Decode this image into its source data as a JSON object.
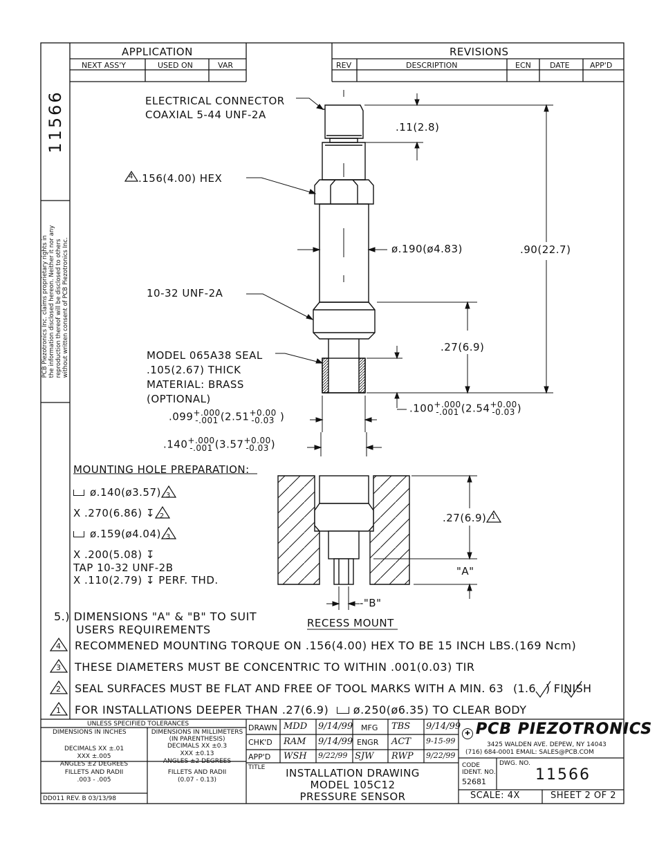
{
  "side": {
    "drawing_number": "11566",
    "proprietary_notice": [
      "PCB Piezotronics Inc. claims proprietary rights in",
      "the information disclosed hereon. Neither it nor any",
      "reproduction thereof will be disclosed to others",
      "without written consent of PCB Piezotronics Inc."
    ]
  },
  "application": {
    "title": "APPLICATION",
    "headers": [
      "NEXT ASS'Y",
      "USED ON",
      "VAR"
    ]
  },
  "revisions": {
    "title": "REVISIONS",
    "headers": [
      "REV",
      "DESCRIPTION",
      "ECN",
      "DATE",
      "APP'D"
    ]
  },
  "callouts": {
    "connector_1": "ELECTRICAL CONNECTOR",
    "connector_2": "COAXIAL 5-44 UNF-2A",
    "hex_flag": "4",
    "hex": ".156(4.00) HEX",
    "thread": "10-32 UNF-2A",
    "seal_1": "MODEL 065A38 SEAL",
    "seal_2": ".105(2.67) THICK",
    "seal_3": "MATERIAL: BRASS",
    "seal_4": "(OPTIONAL)"
  },
  "dims": {
    "top_len": ".11(2.8)",
    "body_dia": "ø.190(ø4.83)",
    "overall": ".90(22.7)",
    "thread_len": ".27(6.9)",
    "d099_a": ".099",
    "d099_b": "(2.51",
    "d099_tol_a": "+.000",
    "d099_tol_b": "-.001",
    "d099_mtol_a": "+0.00",
    "d099_mtol_b": "-0.03",
    "d100_a": ".100",
    "d100_b": "(2.54",
    "d100_tol_a": "+.000",
    "d100_tol_b": "-.001",
    "d100_mtol_a": "+0.00",
    "d100_mtol_b": "-0.03",
    "d140_a": ".140",
    "d140_b": "(3.57",
    "d140_tol_a": "+.000",
    "d140_tol_b": "-.001",
    "d140_mtol_a": "+0.00",
    "d140_mtol_b": "-0.03",
    "recess_depth": ".27(6.9)",
    "recess_flag": "1",
    "a_label": "\"A\"",
    "b_label": "-\"B\""
  },
  "mounting": {
    "title": "MOUNTING HOLE PREPARATION:",
    "l1": "ø.140(ø3.57)",
    "l1_flag": "3",
    "l2": "X .270(6.86)",
    "l2_flag": "2",
    "l3": "ø.159(ø4.04)",
    "l3_flag": "3",
    "l4": "X .200(5.08)",
    "l5": "TAP 10-32 UNF-2B",
    "l6": "X .110(2.79)",
    "l6_suffix": "PERF. THD."
  },
  "recess_title": "RECESS MOUNT",
  "notes": {
    "n5_a": "5.) DIMENSIONS \"A\" & \"B\" TO SUIT",
    "n5_b": "USERS REQUIREMENTS",
    "n4_flag": "4",
    "n4": "RECOMMENED MOUNTING TORQUE ON .156(4.00) HEX TO BE 15 INCH LBS.(169 Ncm)",
    "n3_flag": "3",
    "n3": "THESE DIAMETERS MUST BE CONCENTRIC TO WITHIN .001(0.03) TIR",
    "n2_flag": "2",
    "n2_a": "SEAL SURFACES MUST BE FLAT AND FREE OF TOOL MARKS WITH A MIN. 63",
    "n2_b": "(1.6",
    "n2_c": ") FINISH",
    "n1_flag": "1",
    "n1_a": "FOR INSTALLATIONS DEEPER THAN .27(6.9)",
    "n1_b": "ø.250(ø6.35) TO CLEAR BODY"
  },
  "title_block": {
    "tol_header": "UNLESS SPECIFIED TOLERANCES",
    "inch_h": "DIMENSIONS IN INCHES",
    "mm_h1": "DIMENSIONS IN MILLIMETERS",
    "mm_h2": "(IN PARENTHESIS)",
    "inch_dec1": "DECIMALS  XX ±.01",
    "inch_dec2": "XXX ±.005",
    "inch_ang": "ANGLES ±2 DEGREES",
    "inch_fil1": "FILLETS AND RADII",
    "inch_fil2": ".003 - .005",
    "mm_dec1": "DECIMALS  XX ±0.3",
    "mm_dec2": "XXX ±0.13",
    "mm_ang": "ANGLES ±2 DEGREES",
    "mm_fil1": "FILLETS AND RADII",
    "mm_fil2": "(0.07 - 0.13)",
    "form_rev": "DD011 REV. B 03/13/98",
    "drawn": "DRAWN",
    "chkd": "CHK'D",
    "appd": "APP'D",
    "mfg": "MFG",
    "engr": "ENGR",
    "drawn_sig": "MDD",
    "drawn_date": "9/14/99",
    "chkd_sig": "RAM",
    "chkd_date": "9/14/99",
    "appd_sig": "WSH",
    "appd_date": "9/22/99",
    "mfg_sig": "TBS",
    "mfg_date": "9/14/99",
    "engr_sig": "ACT",
    "engr_date": "9-15-99",
    "extra_sig1": "SJW",
    "extra_sig2": "RWP",
    "extra_date": "9/22/99",
    "title_label": "TITLE",
    "title_1": "INSTALLATION DRAWING",
    "title_2": "MODEL 105C12",
    "title_3": "PRESSURE SENSOR",
    "company": "PCB PIEZOTRONICS",
    "address": "3425 WALDEN AVE. DEPEW, NY 14043",
    "contact": "(716) 684-0001  EMAIL: SALES@PCB.COM",
    "code_1": "CODE",
    "code_2": "IDENT. NO.",
    "code_num": "52681",
    "dwg_label": "DWG. NO.",
    "dwg_no": "11566",
    "scale": "SCALE:  4X",
    "sheet": "SHEET 2 OF 2"
  }
}
